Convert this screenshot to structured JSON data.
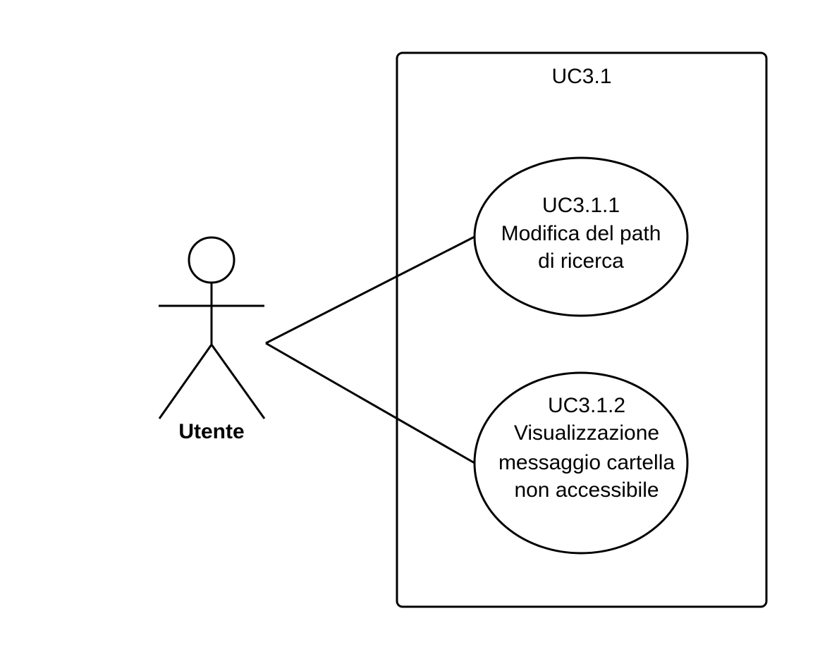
{
  "system_boundary": {
    "title": "UC3.1"
  },
  "actor": {
    "name": "Utente"
  },
  "use_cases": [
    {
      "id": "UC3.1.1",
      "lines": [
        "Modifica del path",
        "di ricerca"
      ]
    },
    {
      "id": "UC3.1.2",
      "lines": [
        "Visualizzazione",
        "messaggio cartella",
        "non accessibile"
      ]
    }
  ],
  "colors": {
    "stroke": "#000000",
    "background": "#ffffff"
  }
}
